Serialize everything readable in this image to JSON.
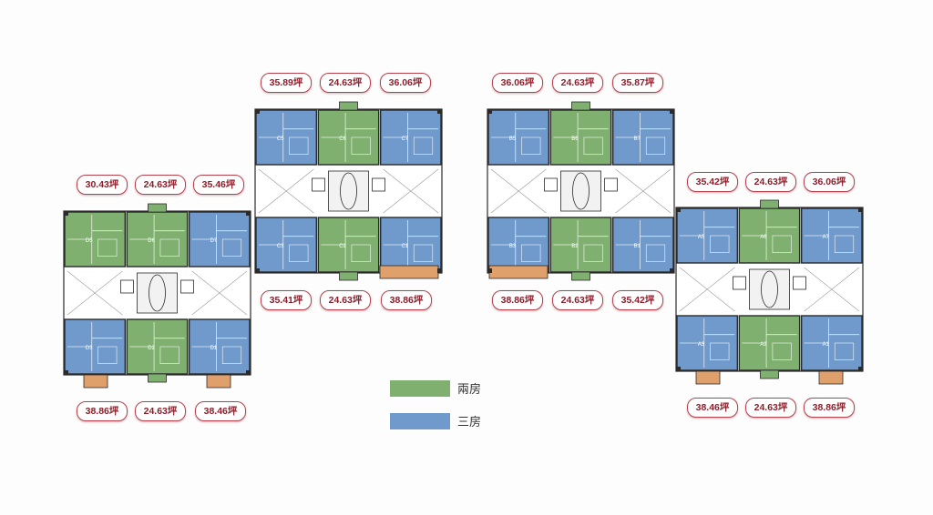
{
  "colors": {
    "two_room": "#7fb070",
    "three_room": "#6f9acb",
    "balcony": "#e0a06b",
    "wall": "#2a2a2a",
    "label_border": "#b8434f",
    "label_text": "#8a1f2b"
  },
  "legend": {
    "two_room": "兩房",
    "three_room": "三房"
  },
  "building_d": {
    "top_labels": [
      "30.43坪",
      "24.63坪",
      "35.46坪"
    ],
    "bottom_labels": [
      "38.86坪",
      "24.63坪",
      "38.46坪"
    ],
    "units": [
      {
        "code": "D5",
        "type": "two_room"
      },
      {
        "code": "D6",
        "type": "two_room"
      },
      {
        "code": "D7",
        "type": "three_room"
      },
      {
        "code": "D3",
        "type": "three_room"
      },
      {
        "code": "D2",
        "type": "two_room"
      },
      {
        "code": "D1",
        "type": "three_room"
      }
    ]
  },
  "building_c": {
    "top_labels": [
      "35.89坪",
      "24.63坪",
      "36.06坪"
    ],
    "bottom_labels": [
      "35.41坪",
      "24.63坪",
      "38.86坪"
    ],
    "units": [
      {
        "code": "C5",
        "type": "three_room"
      },
      {
        "code": "C6",
        "type": "two_room"
      },
      {
        "code": "C7",
        "type": "three_room"
      },
      {
        "code": "C3",
        "type": "three_room"
      },
      {
        "code": "C2",
        "type": "two_room"
      },
      {
        "code": "C1",
        "type": "three_room"
      }
    ]
  },
  "building_b": {
    "top_labels": [
      "36.06坪",
      "24.63坪",
      "35.87坪"
    ],
    "bottom_labels": [
      "38.86坪",
      "24.63坪",
      "35.42坪"
    ],
    "units": [
      {
        "code": "B5",
        "type": "three_room"
      },
      {
        "code": "B6",
        "type": "two_room"
      },
      {
        "code": "B7",
        "type": "three_room"
      },
      {
        "code": "B3",
        "type": "three_room"
      },
      {
        "code": "B2",
        "type": "two_room"
      },
      {
        "code": "B1",
        "type": "three_room"
      }
    ]
  },
  "building_a": {
    "top_labels": [
      "35.42坪",
      "24.63坪",
      "36.06坪"
    ],
    "bottom_labels": [
      "38.46坪",
      "24.63坪",
      "38.86坪"
    ],
    "units": [
      {
        "code": "A5",
        "type": "three_room"
      },
      {
        "code": "A6",
        "type": "two_room"
      },
      {
        "code": "A7",
        "type": "three_room"
      },
      {
        "code": "A3",
        "type": "three_room"
      },
      {
        "code": "A2",
        "type": "two_room"
      },
      {
        "code": "A1",
        "type": "three_room"
      }
    ]
  }
}
